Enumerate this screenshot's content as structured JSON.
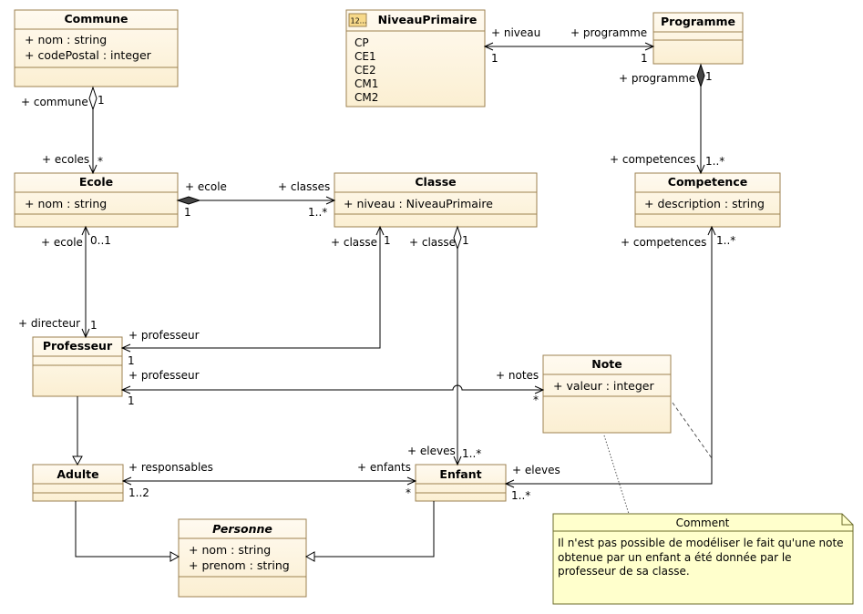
{
  "classes": {
    "commune": {
      "name": "Commune",
      "attributes": [
        "+ nom : string",
        "+ codePostal : integer"
      ]
    },
    "niveau": {
      "name": "NiveauPrimaire",
      "stereotype_icon": "12...",
      "literals": [
        "CP",
        "CE1",
        "CE2",
        "CM1",
        "CM2"
      ]
    },
    "programme": {
      "name": "Programme",
      "attributes": []
    },
    "ecole": {
      "name": "Ecole",
      "attributes": [
        "+ nom : string"
      ]
    },
    "classe": {
      "name": "Classe",
      "attributes": [
        "+ niveau : NiveauPrimaire"
      ]
    },
    "competence": {
      "name": "Competence",
      "attributes": [
        "+ description : string"
      ]
    },
    "professeur": {
      "name": "Professeur",
      "attributes": []
    },
    "note": {
      "name": "Note",
      "attributes": [
        "+ valeur : integer"
      ]
    },
    "adulte": {
      "name": "Adulte",
      "attributes": []
    },
    "enfant": {
      "name": "Enfant",
      "attributes": []
    },
    "personne": {
      "name": "Personne",
      "abstract": true,
      "attributes": [
        "+ nom : string",
        "+ prenom : string"
      ]
    }
  },
  "associations": {
    "commune_ecole": {
      "role_a": "+ commune",
      "mult_a": "1",
      "role_b": "+ ecoles",
      "mult_b": "*"
    },
    "niveau_programme": {
      "role_a": "+ niveau",
      "mult_a": "1",
      "role_b": "+ programme",
      "mult_b": "1"
    },
    "programme_comp": {
      "role_a": "+ programme",
      "mult_a": "1",
      "role_b": "+ competences",
      "mult_b": "1..*"
    },
    "ecole_classe": {
      "role_a": "+ ecole",
      "mult_a": "1",
      "role_b": "+ classes",
      "mult_b": "1..*"
    },
    "ecole_directeur": {
      "role_a": "+ ecole",
      "mult_a": "0..1",
      "role_b": "+ directeur",
      "mult_b": "1"
    },
    "classe_professeur": {
      "role_a": "+ classe",
      "mult_a": "1",
      "role_b": "+ professeur",
      "mult_b": "1"
    },
    "classe_eleves": {
      "role_a": "+ classe",
      "mult_a": "1",
      "role_b": "+ eleves",
      "mult_b": "1..*"
    },
    "professeur_notes": {
      "role_a": "+ professeur",
      "mult_a": "1",
      "role_b": "+ notes",
      "mult_b": "*"
    },
    "comp_eleves": {
      "role_a": "+ competences",
      "mult_a": "1..*",
      "role_b": "+ eleves",
      "mult_b": "1..*"
    },
    "adulte_enfant": {
      "role_a": "+ responsables",
      "mult_a": "1..2",
      "role_b": "+ enfants",
      "mult_b": "*"
    }
  },
  "comment": {
    "title": "Comment",
    "lines": [
      "Il n'est pas possible de modéliser le fait qu'une note",
      "obtenue par un enfant a été donnée par le",
      "professeur de sa classe."
    ]
  },
  "colors": {
    "box_fill": "#fdf3d9",
    "box_stroke": "#9d8250",
    "note_fill": "#ffffcc",
    "note_stroke": "#6b6b2a",
    "line": "#000000"
  }
}
